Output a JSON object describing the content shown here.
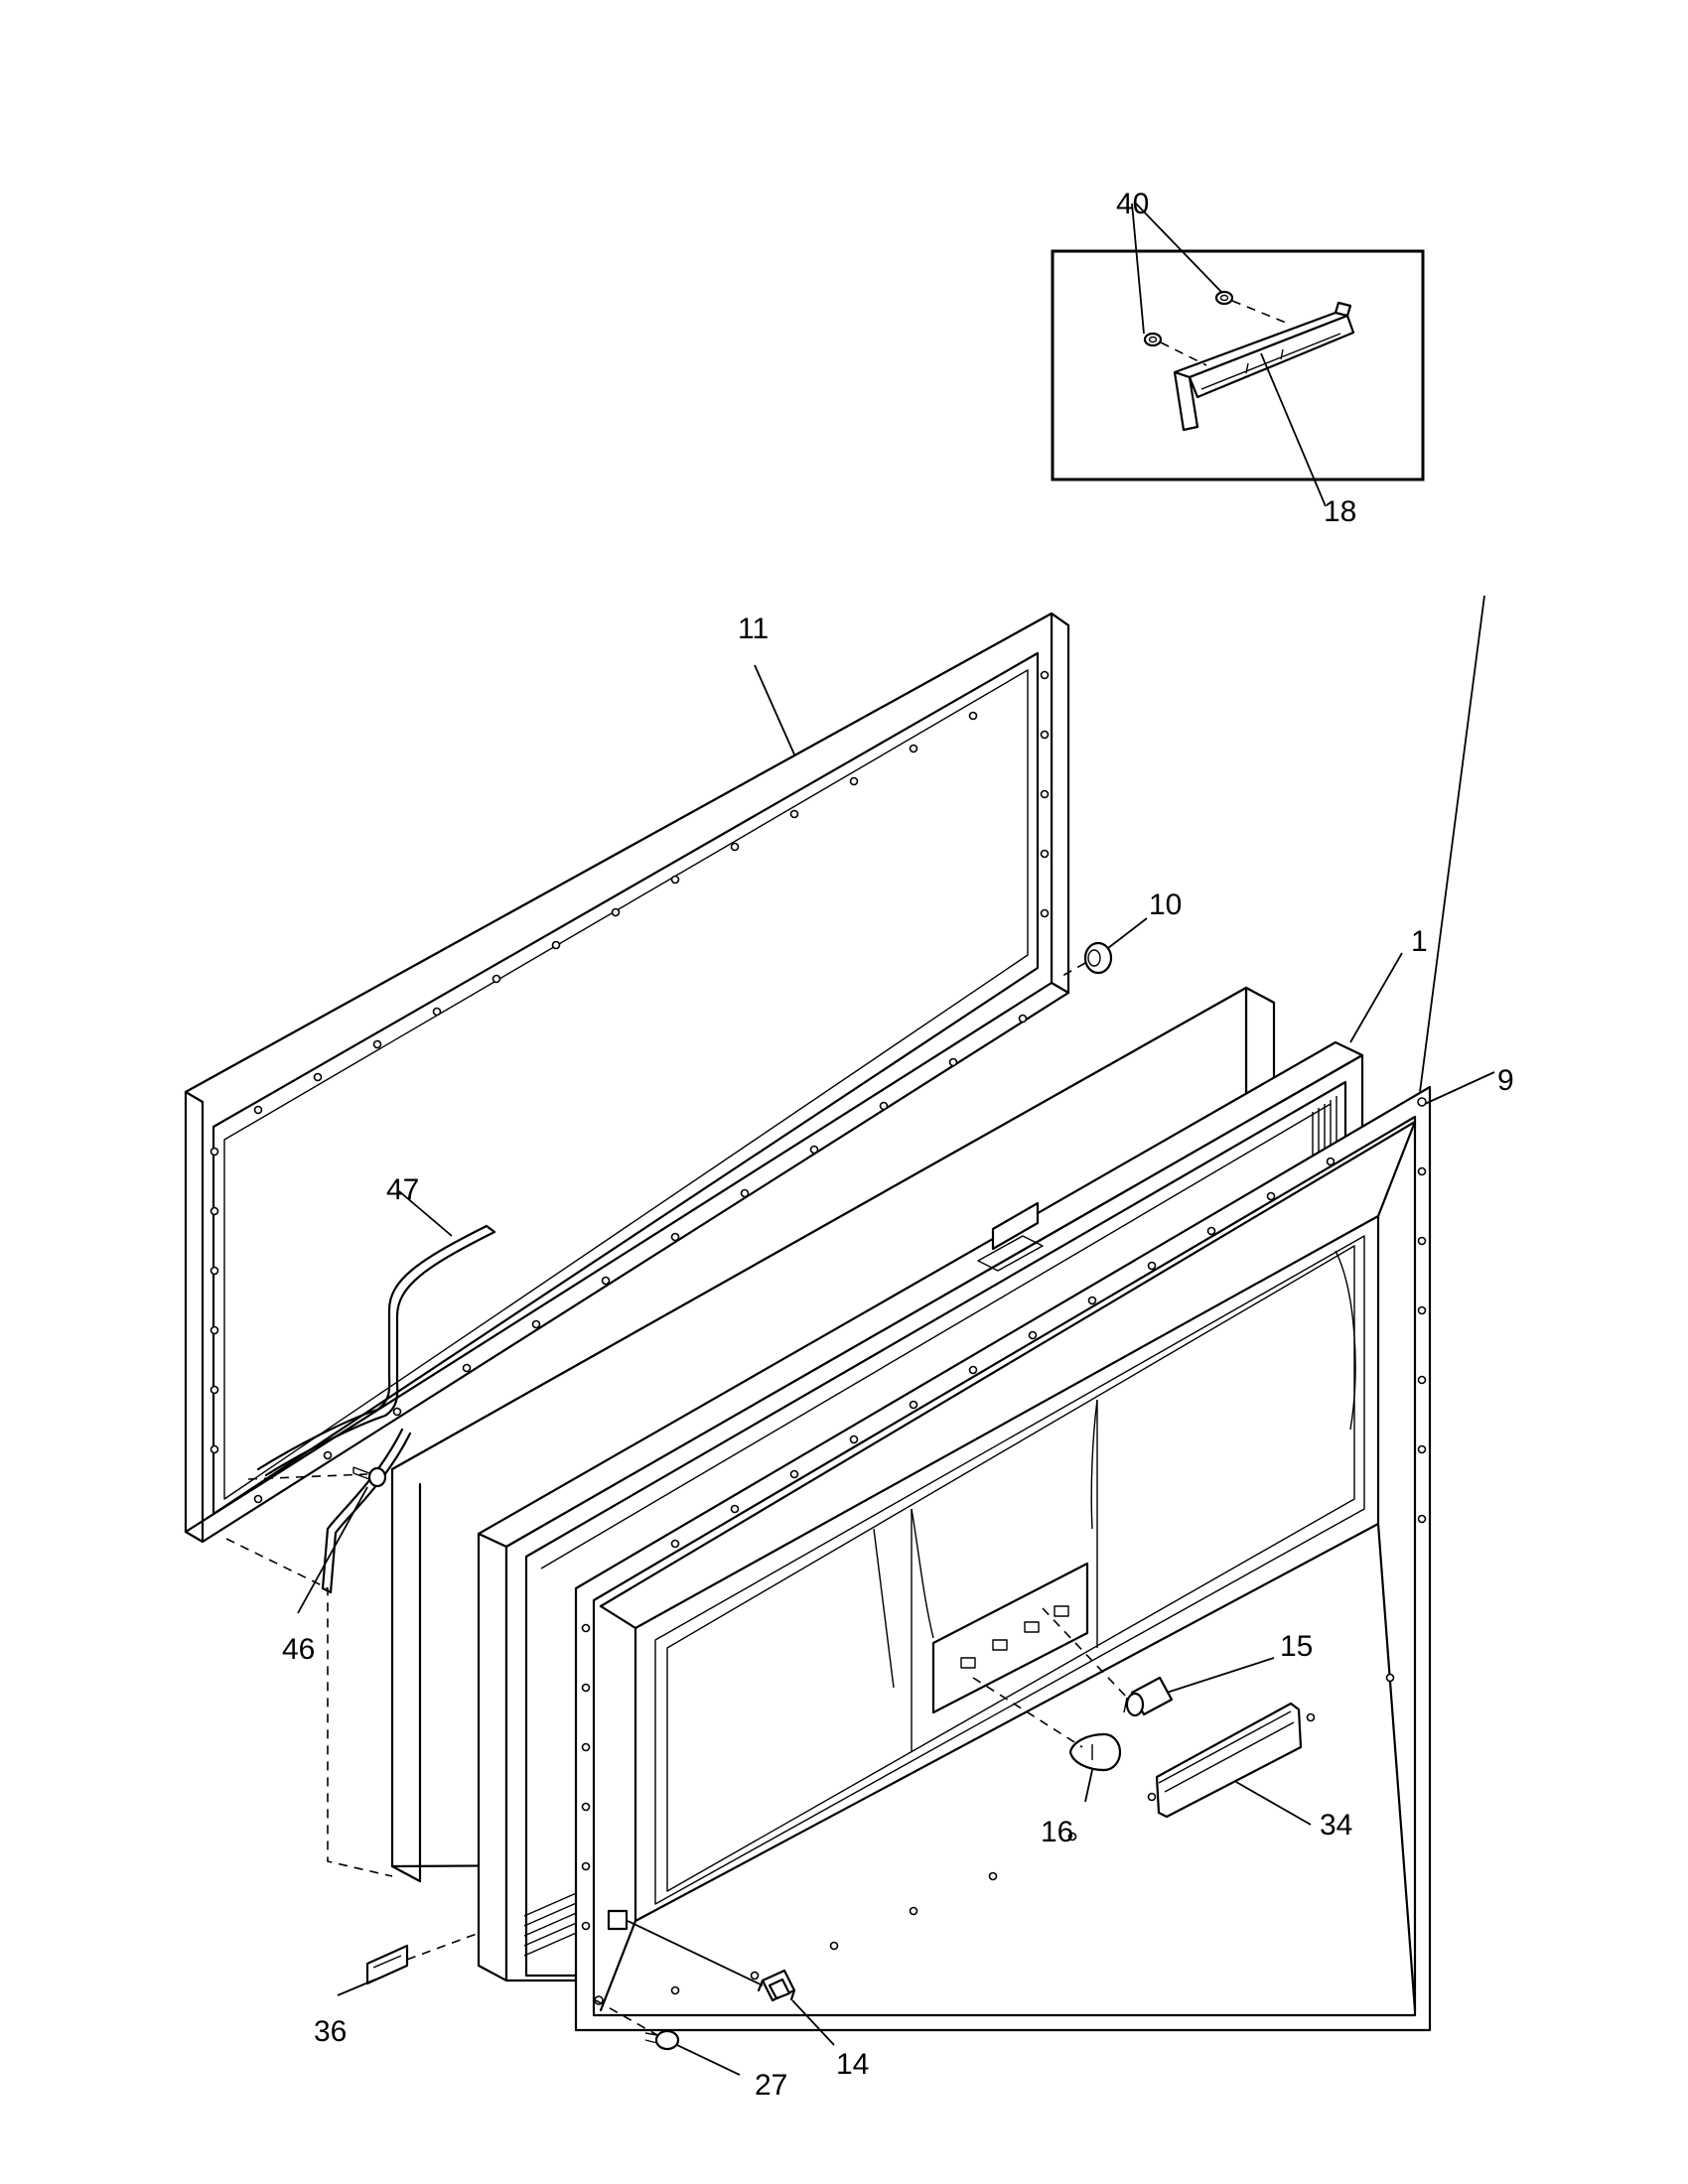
{
  "diagram": {
    "callouts": [
      {
        "id": "40",
        "text": "40"
      },
      {
        "id": "18",
        "text": "18"
      },
      {
        "id": "11",
        "text": "11"
      },
      {
        "id": "10",
        "text": "10"
      },
      {
        "id": "1",
        "text": "1"
      },
      {
        "id": "9",
        "text": "9"
      },
      {
        "id": "47",
        "text": "47"
      },
      {
        "id": "46",
        "text": "46"
      },
      {
        "id": "15",
        "text": "15"
      },
      {
        "id": "16",
        "text": "16"
      },
      {
        "id": "34",
        "text": "34"
      },
      {
        "id": "36",
        "text": "36"
      },
      {
        "id": "14",
        "text": "14"
      },
      {
        "id": "27",
        "text": "27"
      }
    ]
  }
}
